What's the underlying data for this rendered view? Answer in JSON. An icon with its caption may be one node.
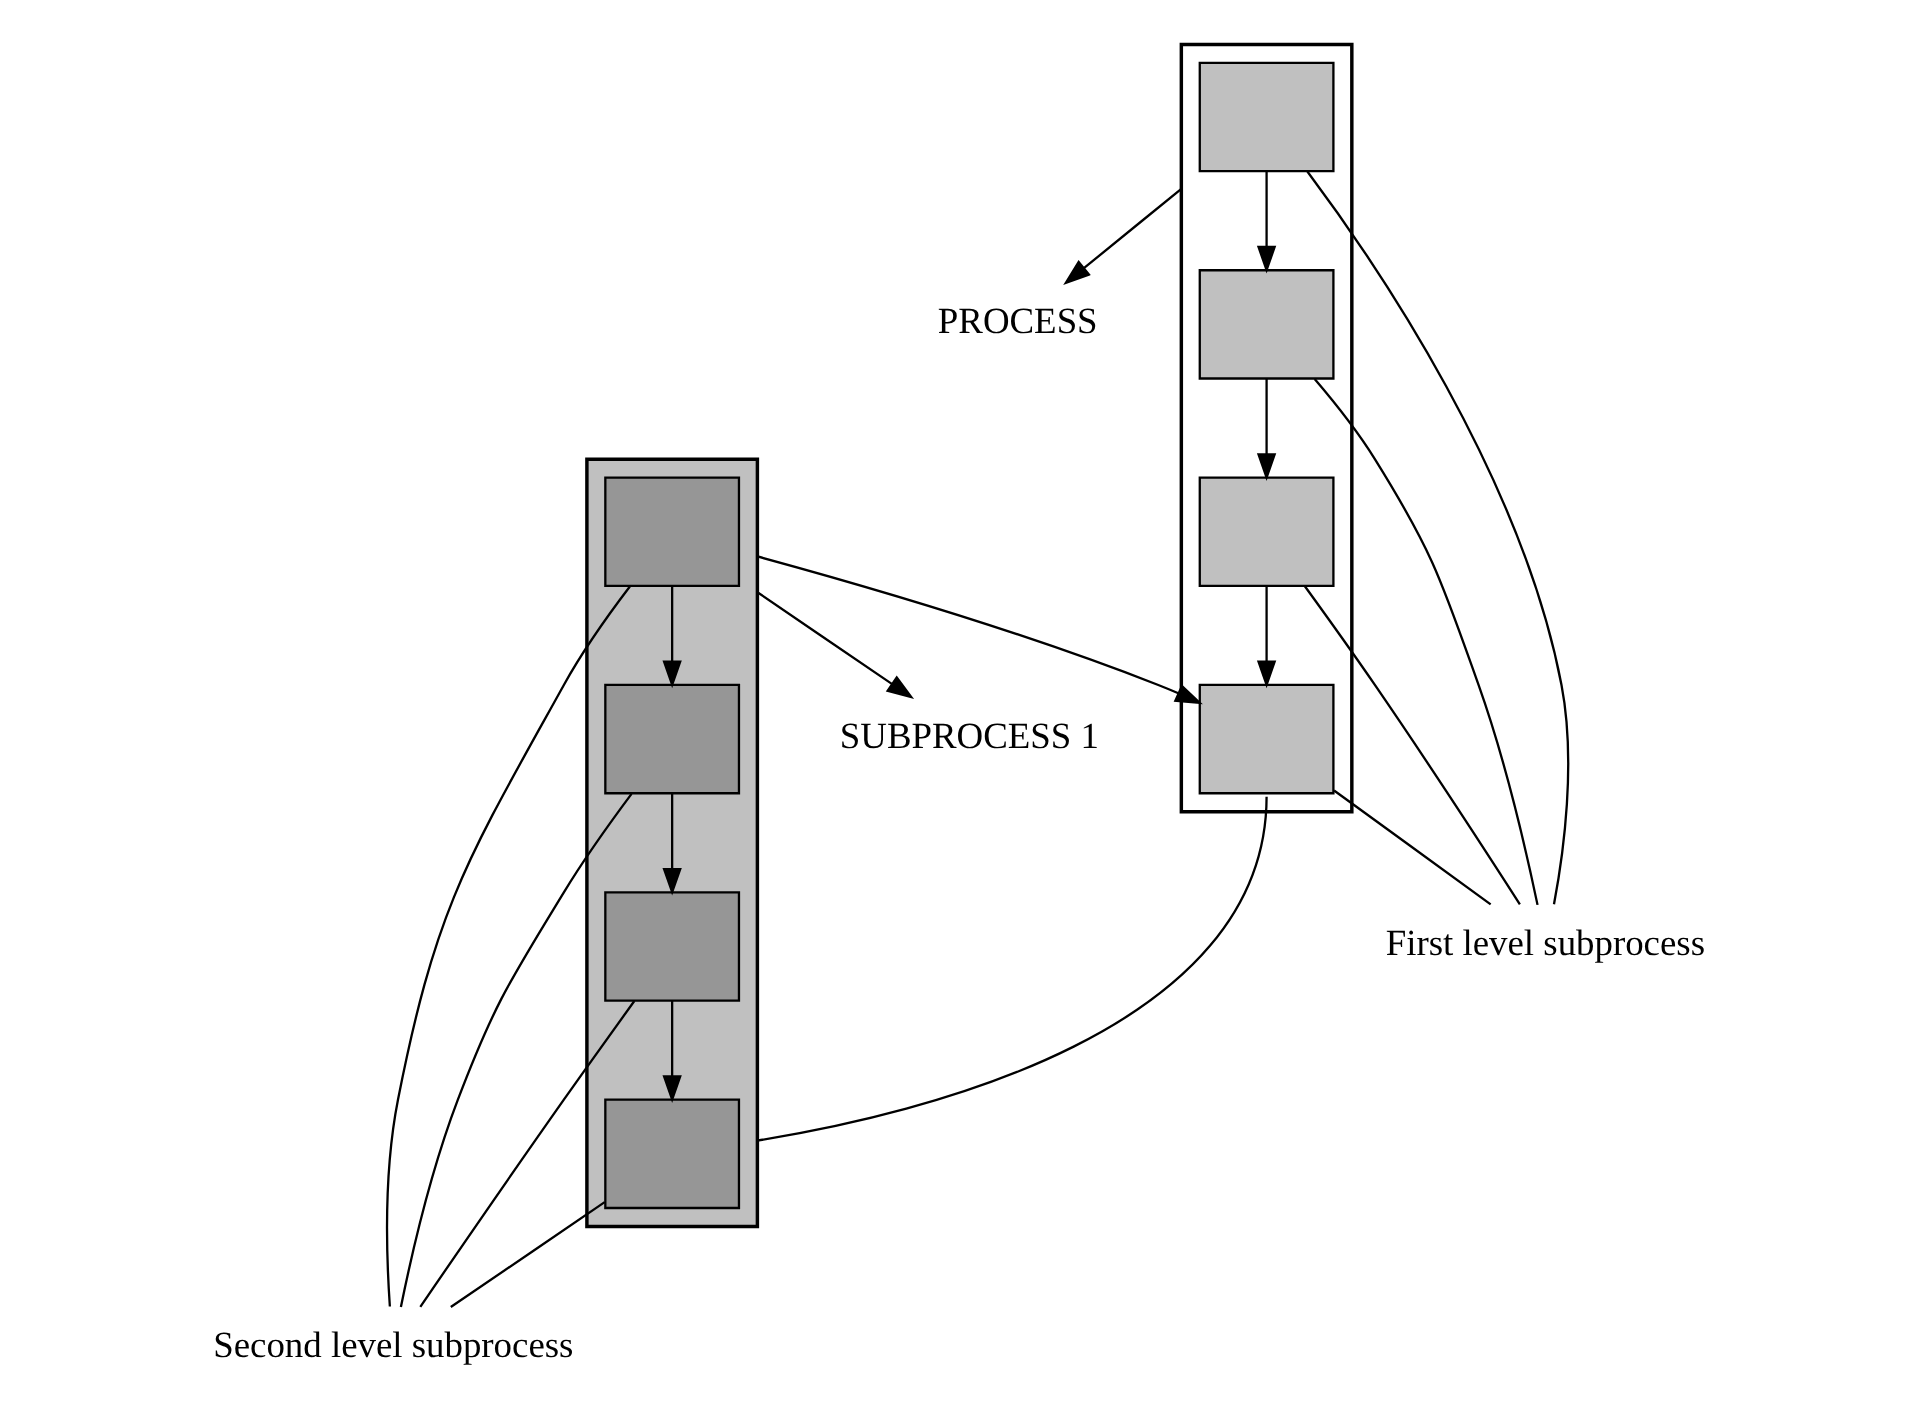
{
  "diagram": {
    "nodes": [
      {
        "text": [
          "PROCESS"
        ]
      },
      {
        "text": [],
        "shape": "box"
      },
      {
        "text": [],
        "shape": "box",
        "in": 1
      },
      {
        "text": [],
        "shape": "box",
        "in": 1
      },
      {
        "text": [],
        "shape": "box",
        "in": 1
      },
      {
        "text": [],
        "shape": "box",
        "in": 1
      },
      {
        "text": [
          "First level subprocess"
        ]
      },
      {
        "text": [
          "SUBPROCESS 1"
        ]
      },
      {
        "text": [],
        "shape": "box"
      },
      {
        "text": [],
        "shape": "box",
        "in": 8
      },
      {
        "text": [],
        "shape": "box",
        "in": 8
      },
      {
        "text": [],
        "shape": "box",
        "in": 8
      },
      {
        "text": [],
        "shape": "box",
        "in": 8
      },
      {
        "text": [
          "Second level subprocess"
        ]
      }
    ],
    "edges": [
      {
        "from": 1,
        "to": 0,
        "arrow": "to"
      },
      {
        "from": 2,
        "to": 3,
        "arrow": "to"
      },
      {
        "from": 3,
        "to": 4,
        "arrow": "to"
      },
      {
        "from": 4,
        "to": 5,
        "arrow": "to"
      },
      {
        "from": 2,
        "to": 6,
        "arrow": "none"
      },
      {
        "from": 3,
        "to": 6,
        "arrow": "none"
      },
      {
        "from": 4,
        "to": 6,
        "arrow": "none"
      },
      {
        "from": 5,
        "to": 6,
        "arrow": "none"
      },
      {
        "from": 8,
        "to": 7,
        "arrow": "to"
      },
      {
        "from": 5,
        "to": 8,
        "arrow": "none"
      },
      {
        "from": 8,
        "to": 5,
        "arrow": "to"
      },
      {
        "from": 9,
        "to": 10,
        "arrow": "to"
      },
      {
        "from": 10,
        "to": 11,
        "arrow": "to"
      },
      {
        "from": 11,
        "to": 12,
        "arrow": "to"
      },
      {
        "from": 9,
        "to": 13,
        "arrow": "none"
      },
      {
        "from": 10,
        "to": 13,
        "arrow": "none"
      },
      {
        "from": 11,
        "to": 13,
        "arrow": "none"
      },
      {
        "from": 12,
        "to": 13,
        "arrow": "none"
      }
    ]
  }
}
